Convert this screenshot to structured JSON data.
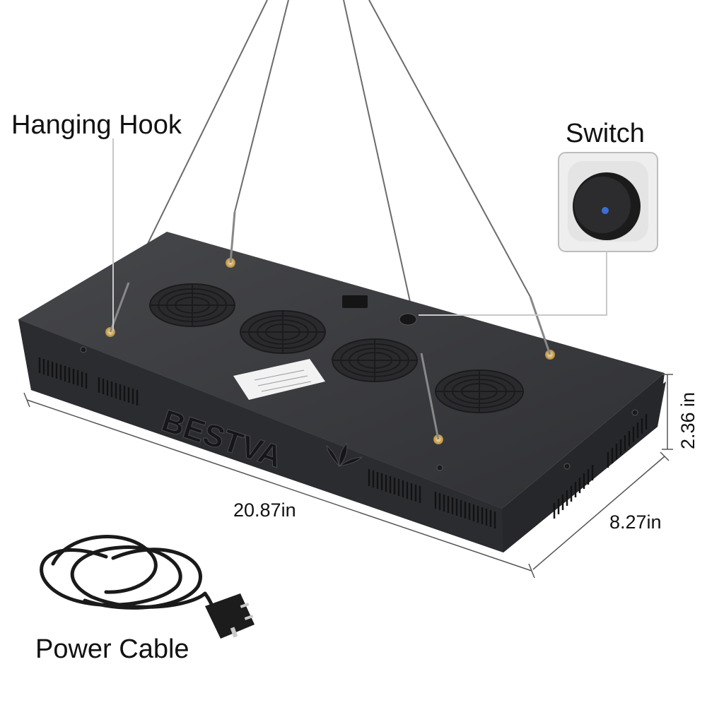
{
  "labels": {
    "hanging_hook": "Hanging Hook",
    "switch": "Switch",
    "power_cable": "Power Cable"
  },
  "dimensions": {
    "length": "20.87in",
    "width": "8.27in",
    "height": "2.36 in"
  },
  "product": {
    "brand": "BESTVA",
    "fan_count": 4
  },
  "colors": {
    "panel": "#3a3b3e",
    "panel_side": "#2a2b2e",
    "switch_indicator": "#3a6fd8"
  }
}
